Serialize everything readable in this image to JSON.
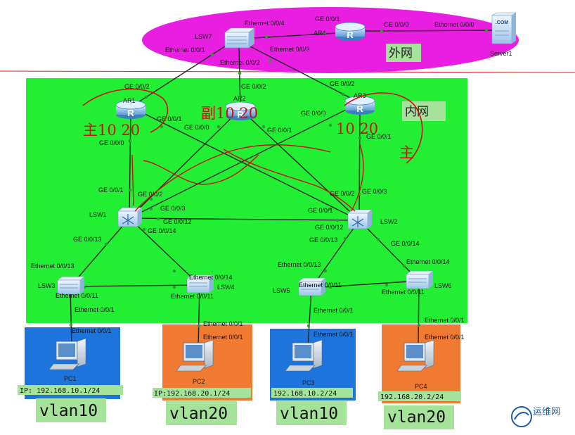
{
  "zones": {
    "external": "外网",
    "internal": "内网"
  },
  "devices": {
    "lsw7": "LSW7",
    "ar4": "AR4",
    "server1": "Server1",
    "ar1": "AR1",
    "ar2": "AR2",
    "ar3": "AR3",
    "lsw1": "LSW1",
    "lsw2": "LSW2",
    "lsw3": "LSW3",
    "lsw4": "LSW4",
    "lsw5": "LSW5",
    "lsw6": "LSW6",
    "pc1": "PC1",
    "pc2": "PC2",
    "pc3": "PC3",
    "pc4": "PC4"
  },
  "ports": {
    "lsw7_e4": "Ethernet 0/0/4",
    "lsw7_e1": "Ethernet 0/0/1",
    "lsw7_e2": "Ethernet 0/0/2",
    "lsw7_e3": "Ethernet 0/0/3",
    "ar4_g1": "GE 0/0/1",
    "ar4_g0": "GE 0/0/0",
    "server_e0": "Ethernet 0/0/0",
    "ar1_g2": "GE 0/0/2",
    "ar1_g1": "GE 0/0/1",
    "ar1_g0": "GE 0/0/0",
    "ar2_g2": "GE 0/0/2",
    "ar2_g0": "GE 0/0/0",
    "ar2_g1": "GE 0/0/1",
    "ar3_g2": "GE 0/0/2",
    "ar3_g0": "GE 0/0/0",
    "ar3_g1": "GE 0/0/1",
    "lsw1_g1": "GE 0/0/1",
    "lsw1_g2": "GE 0/0/2",
    "lsw1_g3": "GE 0/0/3",
    "lsw1_g12": "GE 0/0/12",
    "lsw1_g14": "GE 0/0/14",
    "lsw1_g13": "GE 0/0/13",
    "lsw2_g2": "GE 0/0/2",
    "lsw2_g3": "GE 0/0/3",
    "lsw2_g1": "GE 0/0/1",
    "lsw2_g12": "GE 0/0/12",
    "lsw2_g13": "GE 0/0/13",
    "lsw2_g14": "GE 0/0/14",
    "lsw3_e13": "Ethernet 0/0/13",
    "lsw3_e11": "Ethernet 0/0/11",
    "lsw3_e1": "Ethernet 0/0/1",
    "lsw4_e14": "Ethernet 0/0/14",
    "lsw4_e11": "Ethernet 0/0/11",
    "lsw4_e1": "Ethernet 0/0/1",
    "lsw5_e13": "Ethernet 0/0/13",
    "lsw5_e11": "Ethernet 0/0/11",
    "lsw5_e1": "Ethernet 0/0/1",
    "lsw6_e14": "Ethernet 0/0/14",
    "lsw6_e11": "Ethernet 0/0/11",
    "lsw6_e1": "Ethernet 0/0/1",
    "pc1_e1": "Ethernet 0/0/1",
    "pc2_e1": "Ethernet 0/0/1",
    "pc3_e1": "Ethernet 0/0/1",
    "pc4_e1": "Ethernet 0/0/1"
  },
  "ips": {
    "pc1": "IP: 192.168.10.1/24",
    "pc2": "IP:192.168.20.1/24",
    "pc3": "192.168.10.2/24",
    "pc4": "192.168.20.2/24"
  },
  "vlans": {
    "pc1": "vlan10",
    "pc2": "vlan20",
    "pc3": "vlan10",
    "pc4": "vlan20"
  },
  "handwriting": {
    "ar1_note": "主10 20",
    "ar2_note": "副10 20",
    "ar3_note": "10 20",
    "ar3_extra": "主"
  },
  "watermark": "运维网"
}
